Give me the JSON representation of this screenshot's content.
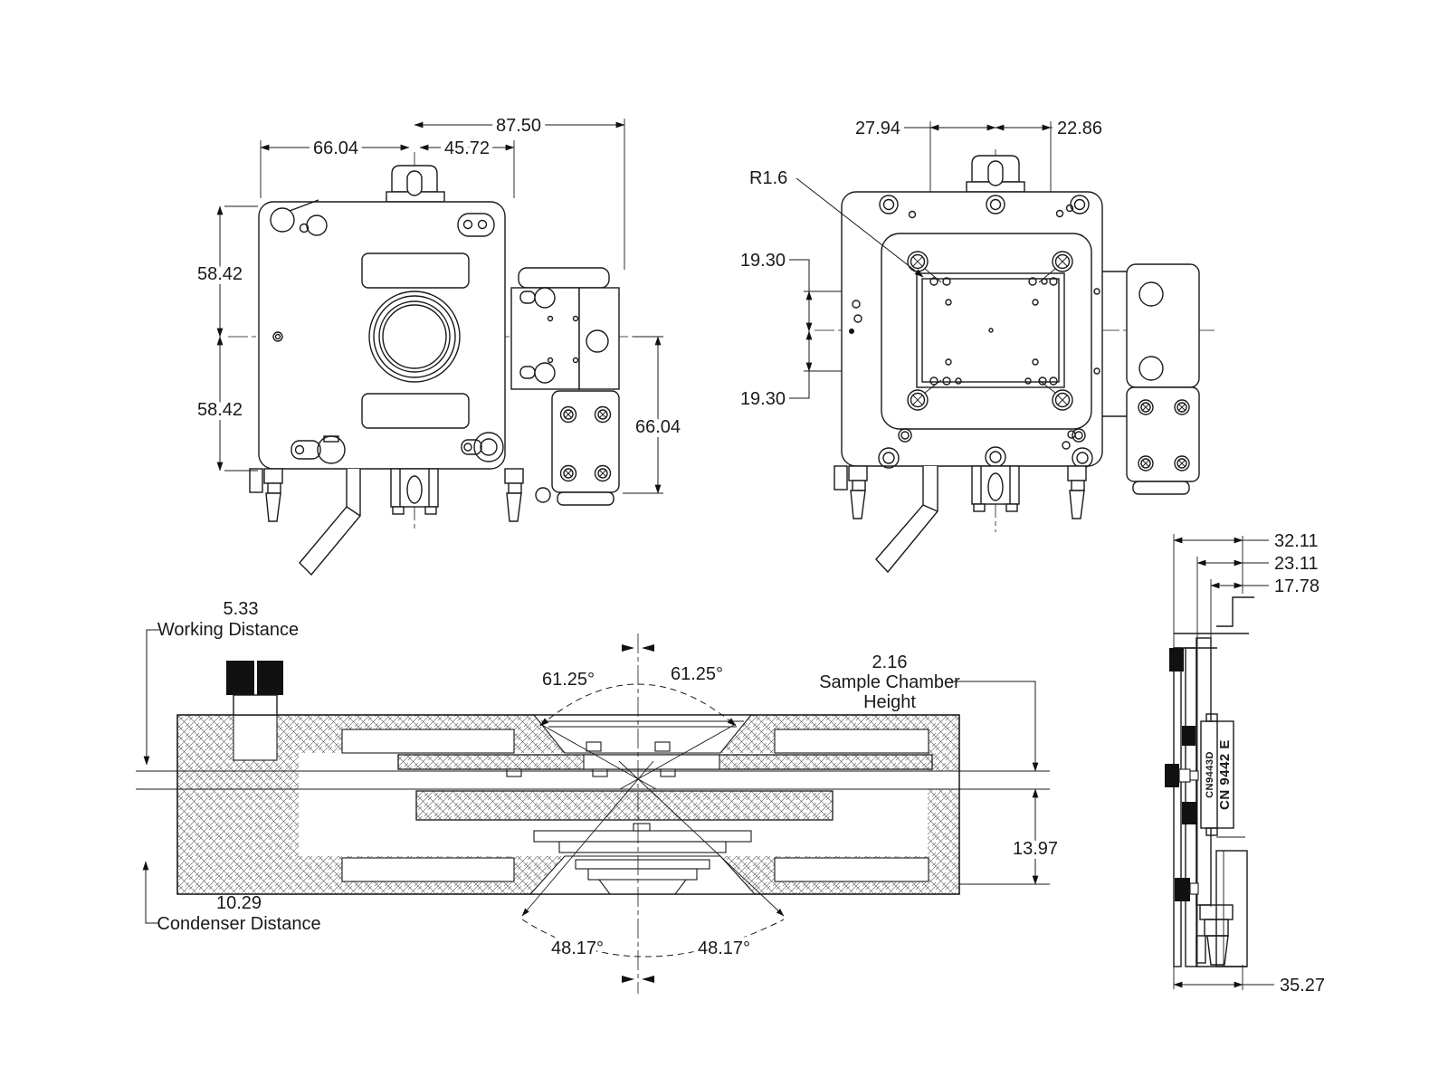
{
  "front_view": {
    "dim_total_width": "87.50",
    "dim_left_width": "66.04",
    "dim_right_width": "45.72",
    "dim_upper_height": "58.42",
    "dim_lower_height": "58.42",
    "dim_bracket_height": "66.04"
  },
  "back_view": {
    "dim_left_offset": "27.94",
    "dim_right_offset": "22.86",
    "radius_callout": "R1.6",
    "dim_upper_offset": "19.30",
    "dim_lower_offset": "19.30"
  },
  "section_view": {
    "working_distance_value": "5.33",
    "working_distance_label": "Working Distance",
    "angle_upper_left": "61.25°",
    "angle_upper_right": "61.25°",
    "chamber_height_value": "2.16",
    "chamber_height_label_line1": "Sample Chamber",
    "chamber_height_label_line2": "Height",
    "dim_base_height": "13.97",
    "condenser_distance_value": "10.29",
    "condenser_distance_label": "Condenser Distance",
    "angle_lower_left": "48.17°",
    "angle_lower_right": "48.17°"
  },
  "side_view": {
    "dim_depth_outer": "32.11",
    "dim_depth_mid": "23.11",
    "dim_depth_inner": "17.78",
    "dim_depth_total": "35.27",
    "part_number_top": "CN9443D",
    "part_number_bottom": "CN 9442 E"
  }
}
